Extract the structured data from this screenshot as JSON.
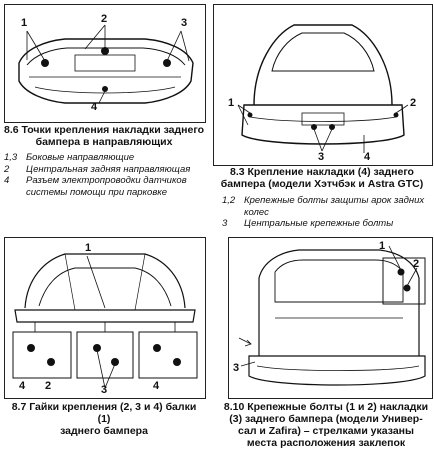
{
  "fig86": {
    "caption_line1": "8.6 Точки крепления накладки заднего",
    "caption_line2": "бампера в направляющих",
    "callouts": [
      "1",
      "2",
      "3",
      "4"
    ],
    "legend": [
      {
        "num": "1,3",
        "text": "Боковые направляющие"
      },
      {
        "num": "2",
        "text": "Центральная задняя направляющая"
      },
      {
        "num": "4",
        "text": "Разъем электропроводки датчиков системы помощи при парковке"
      }
    ]
  },
  "fig83": {
    "caption_line1": "8.3 Крепление накладки (4) заднего",
    "caption_line2": "бампера (модели Хэтчбэк и Astra GTC)",
    "callouts": [
      "1",
      "2",
      "3",
      "4"
    ],
    "legend": [
      {
        "num": "1,2",
        "text": "Крепежные болты защиты арок задних колес"
      },
      {
        "num": "3",
        "text": "Центральные крепежные болты"
      }
    ]
  },
  "fig87": {
    "caption_line1": "8.7 Гайки крепления (2, 3 и 4) балки (1)",
    "caption_line2": "заднего бампера",
    "callouts": [
      "1",
      "2",
      "3",
      "4",
      "4"
    ]
  },
  "fig810": {
    "caption_line1": "8.10 Крепежные болты (1 и 2) накладки",
    "caption_line2": "(3) заднего бампера (модели Универ-",
    "caption_line3": "сал и Zafira) – стрелками указаны",
    "caption_line4": "места расположения заклепок",
    "callouts": [
      "1",
      "2",
      "3"
    ]
  }
}
